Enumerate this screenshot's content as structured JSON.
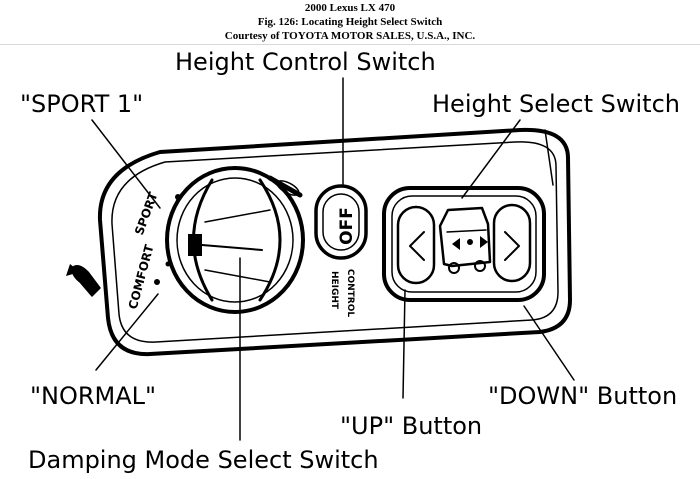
{
  "header": {
    "vehicle": "2000 Lexus LX 470",
    "figure": "Fig. 126: Locating Height Select Switch",
    "courtesy": "Courtesy of TOYOTA MOTOR SALES, U.S.A., INC."
  },
  "callouts": {
    "height_control_switch": "Height Control Switch",
    "sport1": "\"SPORT 1\"",
    "height_select_switch": "Height Select Switch",
    "normal": "\"NORMAL\"",
    "down_button": "\"DOWN\" Button",
    "up_button": "\"UP\" Button",
    "damping_mode_select_switch": "Damping Mode Select Switch"
  },
  "panel_text": {
    "off": "OFF",
    "height": "HEIGHT",
    "control": "CONTROL",
    "sport": "SPORT",
    "comfort": "COMFORT"
  }
}
